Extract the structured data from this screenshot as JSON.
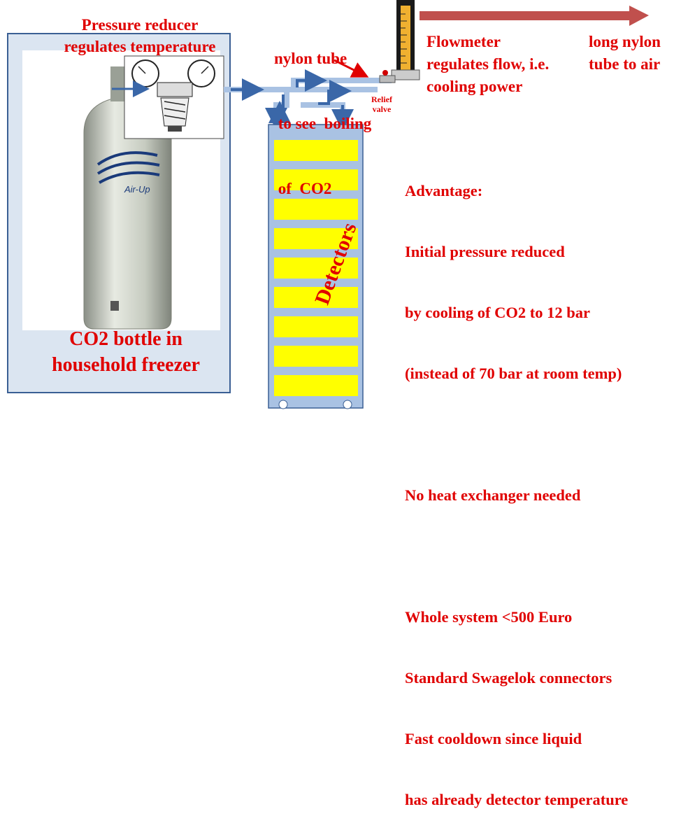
{
  "labels": {
    "pressure_reducer": [
      "Pressure reducer",
      "regulates temperature"
    ],
    "nylon_tube": [
      "nylon tube",
      " to see  boiling",
      " of  CO2"
    ],
    "flowmeter": [
      "Flowmeter",
      "regulates flow, i.e.",
      "cooling power"
    ],
    "long_tube": [
      "long nylon",
      "tube to air"
    ],
    "relief_valve": [
      "Relief",
      "valve"
    ],
    "co2_bottle": [
      "CO2 bottle in",
      "household freezer"
    ],
    "detectors": "Detectors",
    "bottle_brand": "Air-Up"
  },
  "advantages": {
    "heading": "Advantage:",
    "lines": [
      "Initial pressure reduced",
      "by cooling of CO2 to 12 bar",
      "(instead of 70 bar at room temp)",
      "",
      "No heat exchanger needed",
      "",
      "Whole system <500 Euro",
      "Standard Swagelok connectors",
      "Fast cooldown since liquid",
      "has already detector temperature"
    ]
  },
  "colors": {
    "label_red": "#e00000",
    "freezer_fill": "#dbe5f1",
    "freezer_border": "#3a5f94",
    "tube_blue": "#a9c2e3",
    "arrow_blue": "#3a67a8",
    "detector_yellow": "#ffff00",
    "long_tube_arrow": "#c0504d"
  }
}
